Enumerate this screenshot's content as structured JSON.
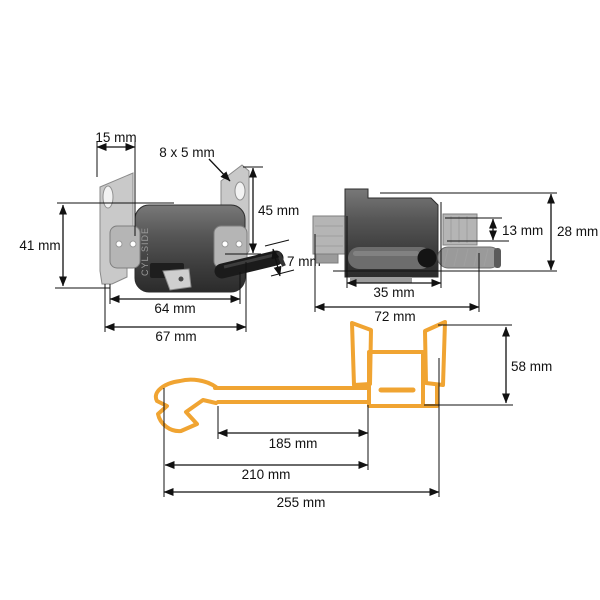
{
  "page": {
    "background": "#ffffff"
  },
  "diagram": {
    "unit": "mm",
    "front_view": {
      "marking": "CYL.SIDE",
      "dims": {
        "bracket_width": "15 mm",
        "mount_hole": "8 x 5 mm",
        "height_left": "41 mm",
        "bracket_height": "45 mm",
        "wire_diameter": "7 mm",
        "body_width": "64 mm",
        "overall_width": "67 mm"
      }
    },
    "side_view": {
      "dims": {
        "core_end_height": "13 mm",
        "overall_height": "28 mm",
        "body_depth": "35 mm",
        "overall_depth": "72 mm"
      }
    },
    "lead_view": {
      "outline_color": "#F0A432",
      "dims": {
        "coil_height": "58 mm",
        "lead_length": "185 mm",
        "lead_with_boot": "210 mm",
        "overall_length": "255 mm"
      }
    }
  }
}
